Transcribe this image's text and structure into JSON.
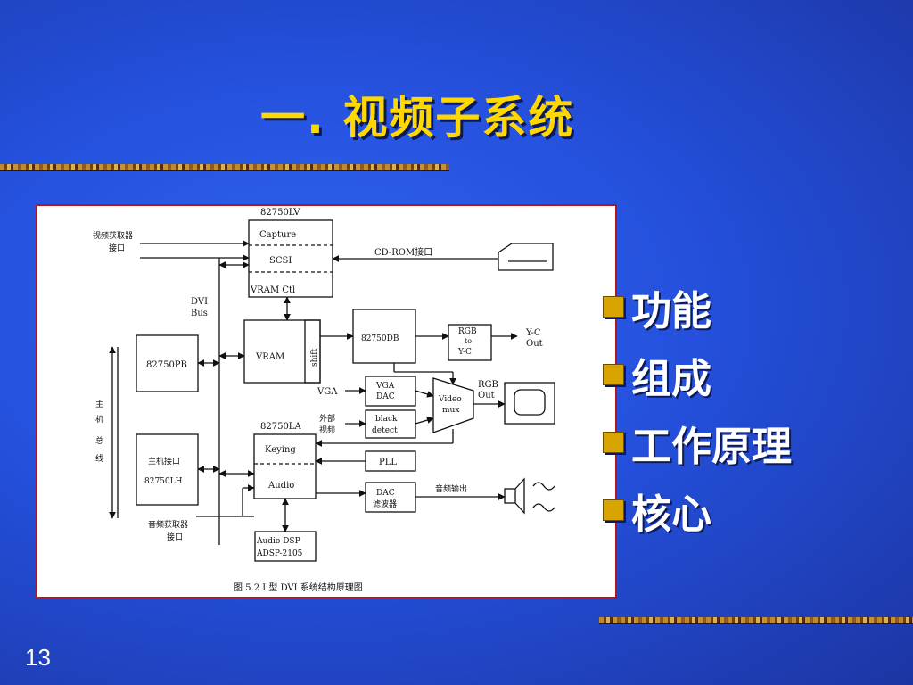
{
  "slide": {
    "title": "一. 视频子系统",
    "bullets": [
      "功能",
      "组成",
      "工作原理",
      "核心"
    ],
    "page_number": "13",
    "colors": {
      "title": "#ffd800",
      "bullet_square": "#d8a400",
      "background": "#2450dc"
    }
  },
  "diagram": {
    "caption": "图 5.2  Ⅰ 型 DVI 系统结构原理图",
    "labels": {
      "lv": "82750LV",
      "capture": "Capture",
      "scsi": "SCSI",
      "vram_ctl": "VRAM Ctl",
      "video_in_1": "视频获取器",
      "video_in_2": "接口",
      "cdrom": "CD-ROM接口",
      "dvi1": "DVI",
      "dvi2": "Bus",
      "pb": "82750PB",
      "vram": "VRAM",
      "shift": "shift",
      "db": "82750DB",
      "rgb1": "RGB",
      "rgb2": "to",
      "rgb3": "Y-C",
      "yc1": "Y-C",
      "yc2": "Out",
      "vga_in": "VGA",
      "vga1": "VGA",
      "vga2": "DAC",
      "mux1": "Video",
      "mux2": "mux",
      "rgbo1": "RGB",
      "rgbo2": "Out",
      "bus1": "主",
      "bus2": "机",
      "bus3": "总",
      "bus4": "线",
      "la": "82750LA",
      "ext1": "外部",
      "ext2": "视频",
      "bd1": "black",
      "bd2": "detect",
      "host1": "主机接口",
      "host2": "82750LH",
      "keying": "Keying",
      "audio": "Audio",
      "pll": "PLL",
      "dac1": "DAC",
      "dac2": "滤波器",
      "audio_out": "音频输出",
      "audio_in_1": "音频获取器",
      "audio_in_2": "接口",
      "dsp1": "Audio DSP",
      "dsp2": "ADSP-2105"
    }
  }
}
